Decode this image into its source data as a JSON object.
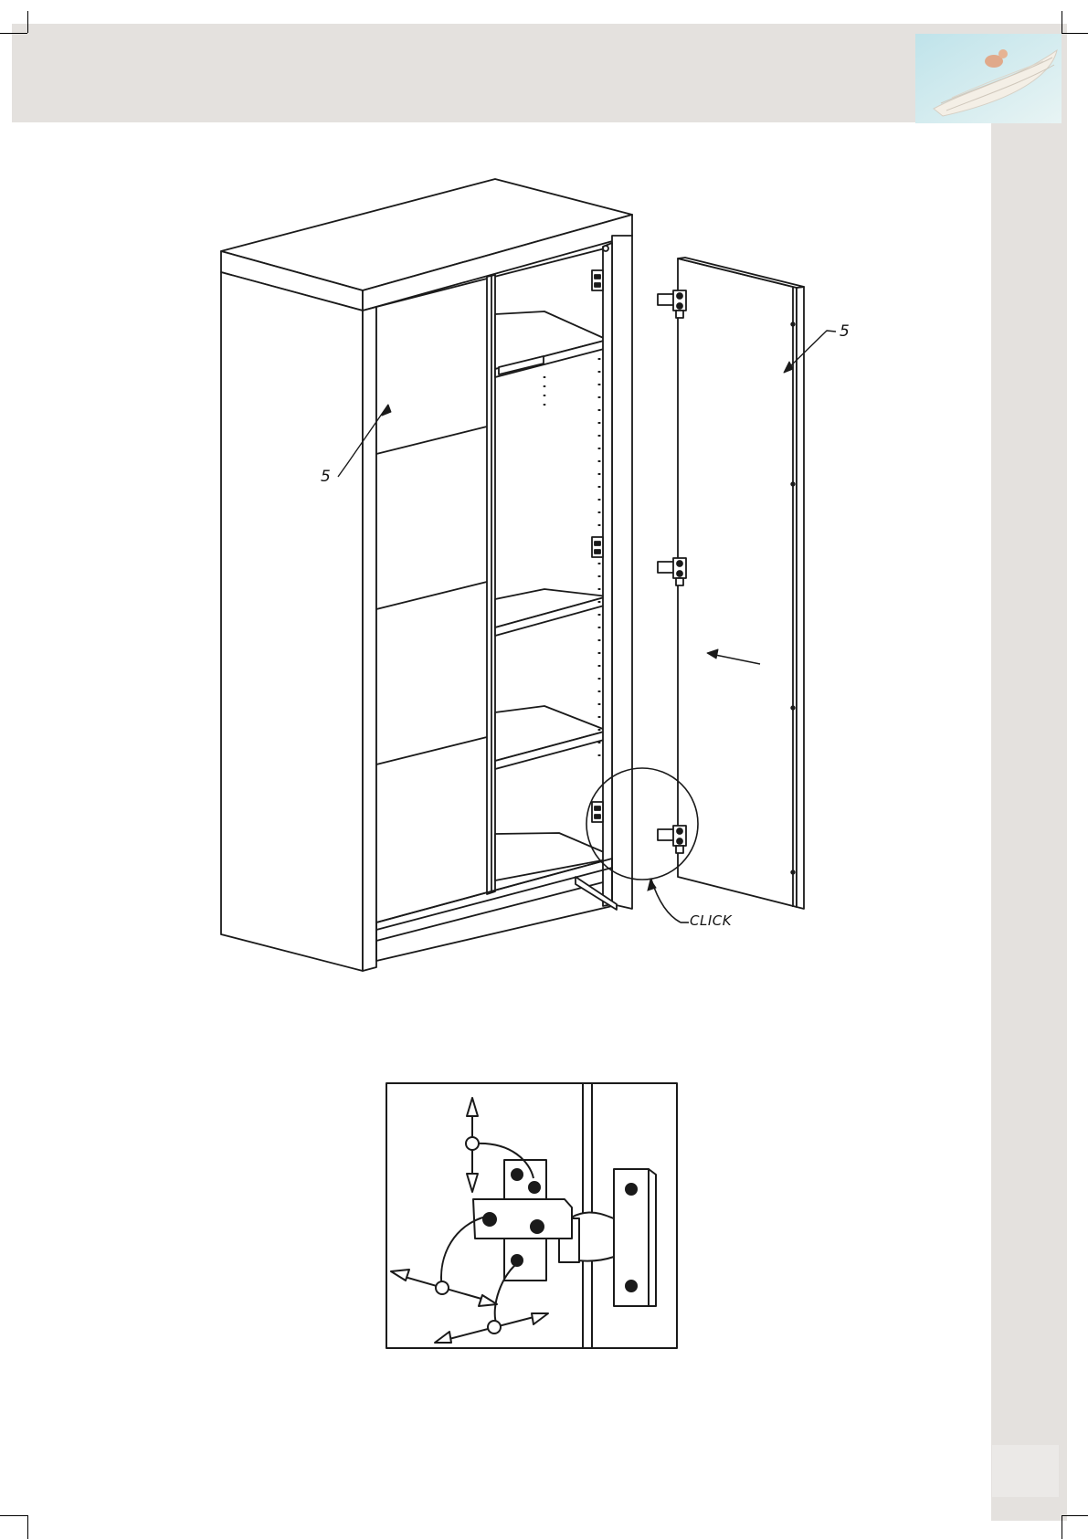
{
  "callouts": {
    "left_panel_part": "5",
    "door_part": "5",
    "click": "CLICK"
  },
  "colors": {
    "band": "#e4e1de",
    "line": "#1a1a1a"
  },
  "icons": {
    "logo": "angel-wings-logo"
  }
}
